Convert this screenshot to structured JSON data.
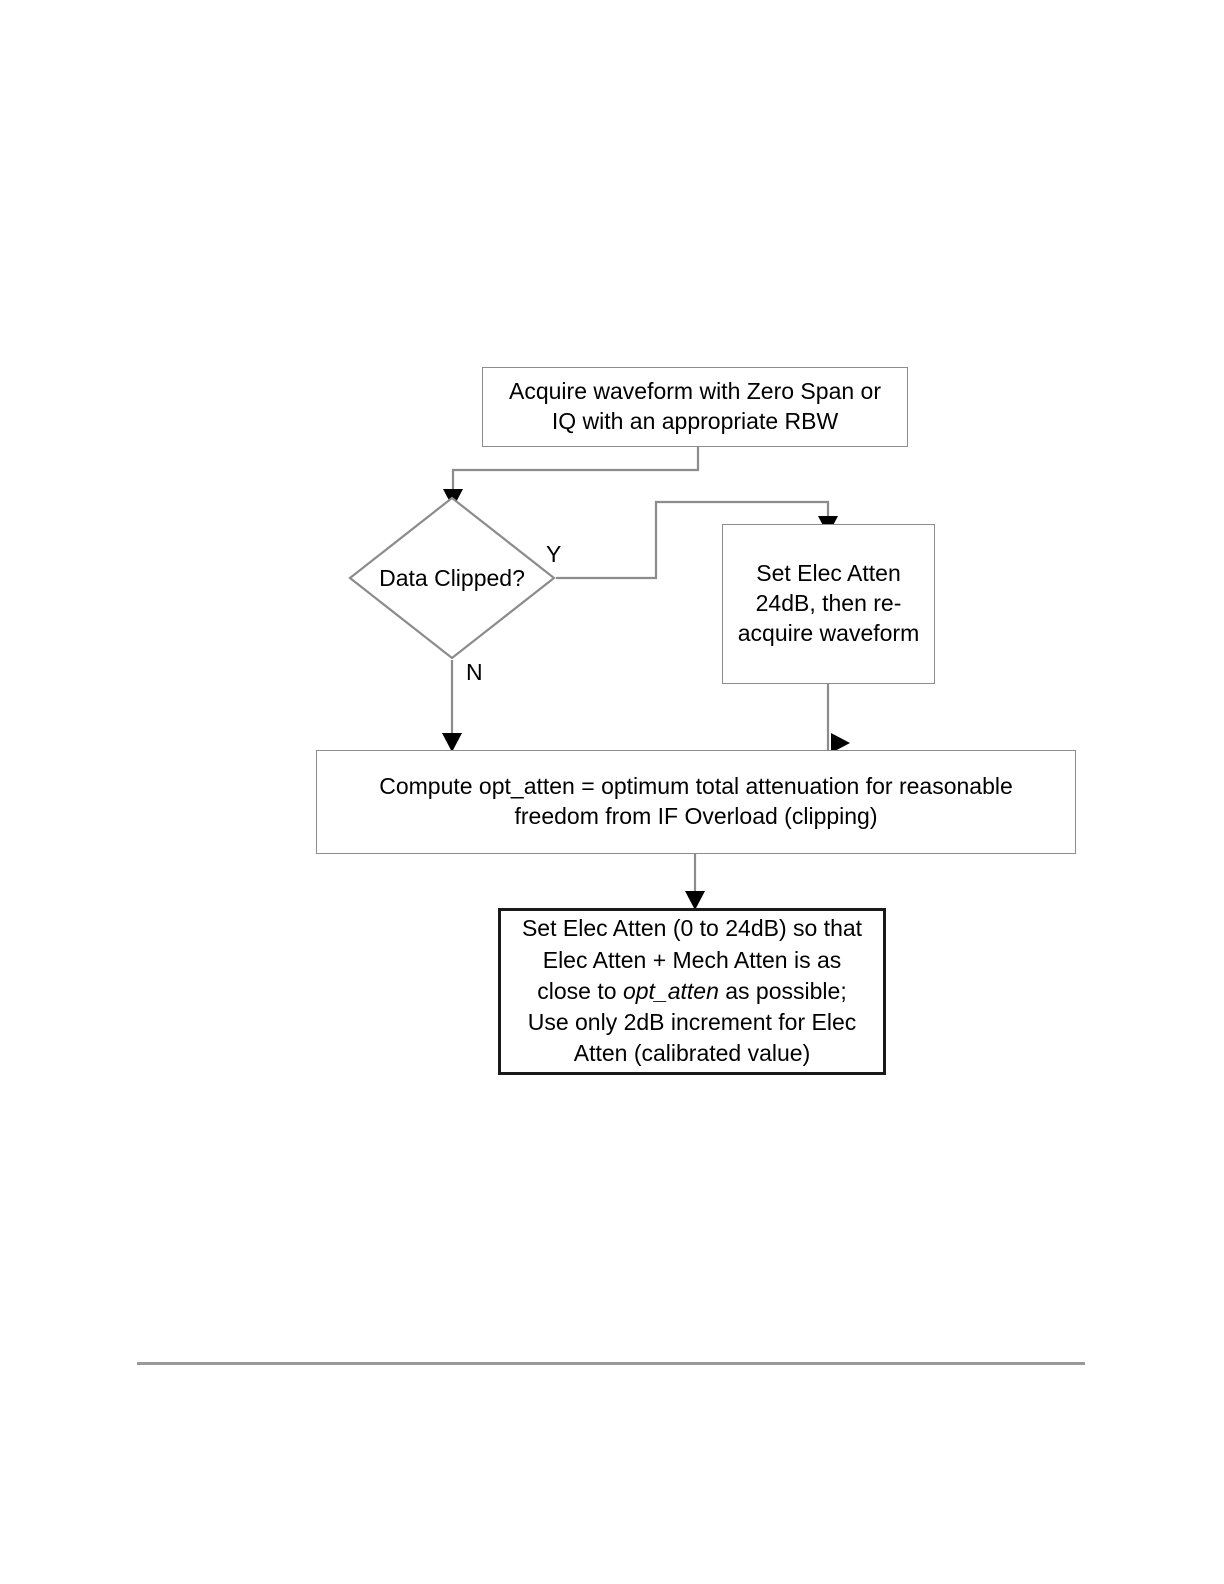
{
  "document": {
    "type": "flowchart",
    "title": "Electronic attenuator setting flowchart"
  },
  "nodes": {
    "acquire": {
      "shape": "process",
      "line1": "Acquire waveform with Zero Span or",
      "line2": "IQ with an appropriate RBW"
    },
    "decision": {
      "shape": "decision",
      "label": "Data Clipped?"
    },
    "set_atten_24": {
      "shape": "process",
      "line1": "Set Elec Atten",
      "line2": "24dB, then re-",
      "line3": "acquire waveform"
    },
    "compute": {
      "shape": "process",
      "line1": "Compute opt_atten = optimum total attenuation for reasonable",
      "line2": "freedom from IF Overload (clipping)"
    },
    "set_atten_final": {
      "shape": "process",
      "line1": "Set Elec Atten (0 to 24dB) so that",
      "line2": "Elec Atten + Mech Atten is as",
      "line3_pre": "close to ",
      "line3_em": "opt_atten",
      "line3_post": " as possible;",
      "line4": "Use only 2dB increment for Elec",
      "line5": "Atten (calibrated value)"
    }
  },
  "edges": {
    "yes_label": "Y",
    "no_label": "N"
  },
  "colors": {
    "thin_border": "#8c8c8c",
    "thick_border": "#1a1a1a",
    "connector": "#8c8c8c",
    "arrowhead": "#000000",
    "footer_rule": "#999999",
    "page_background": "#ffffff",
    "text": "#000000"
  }
}
